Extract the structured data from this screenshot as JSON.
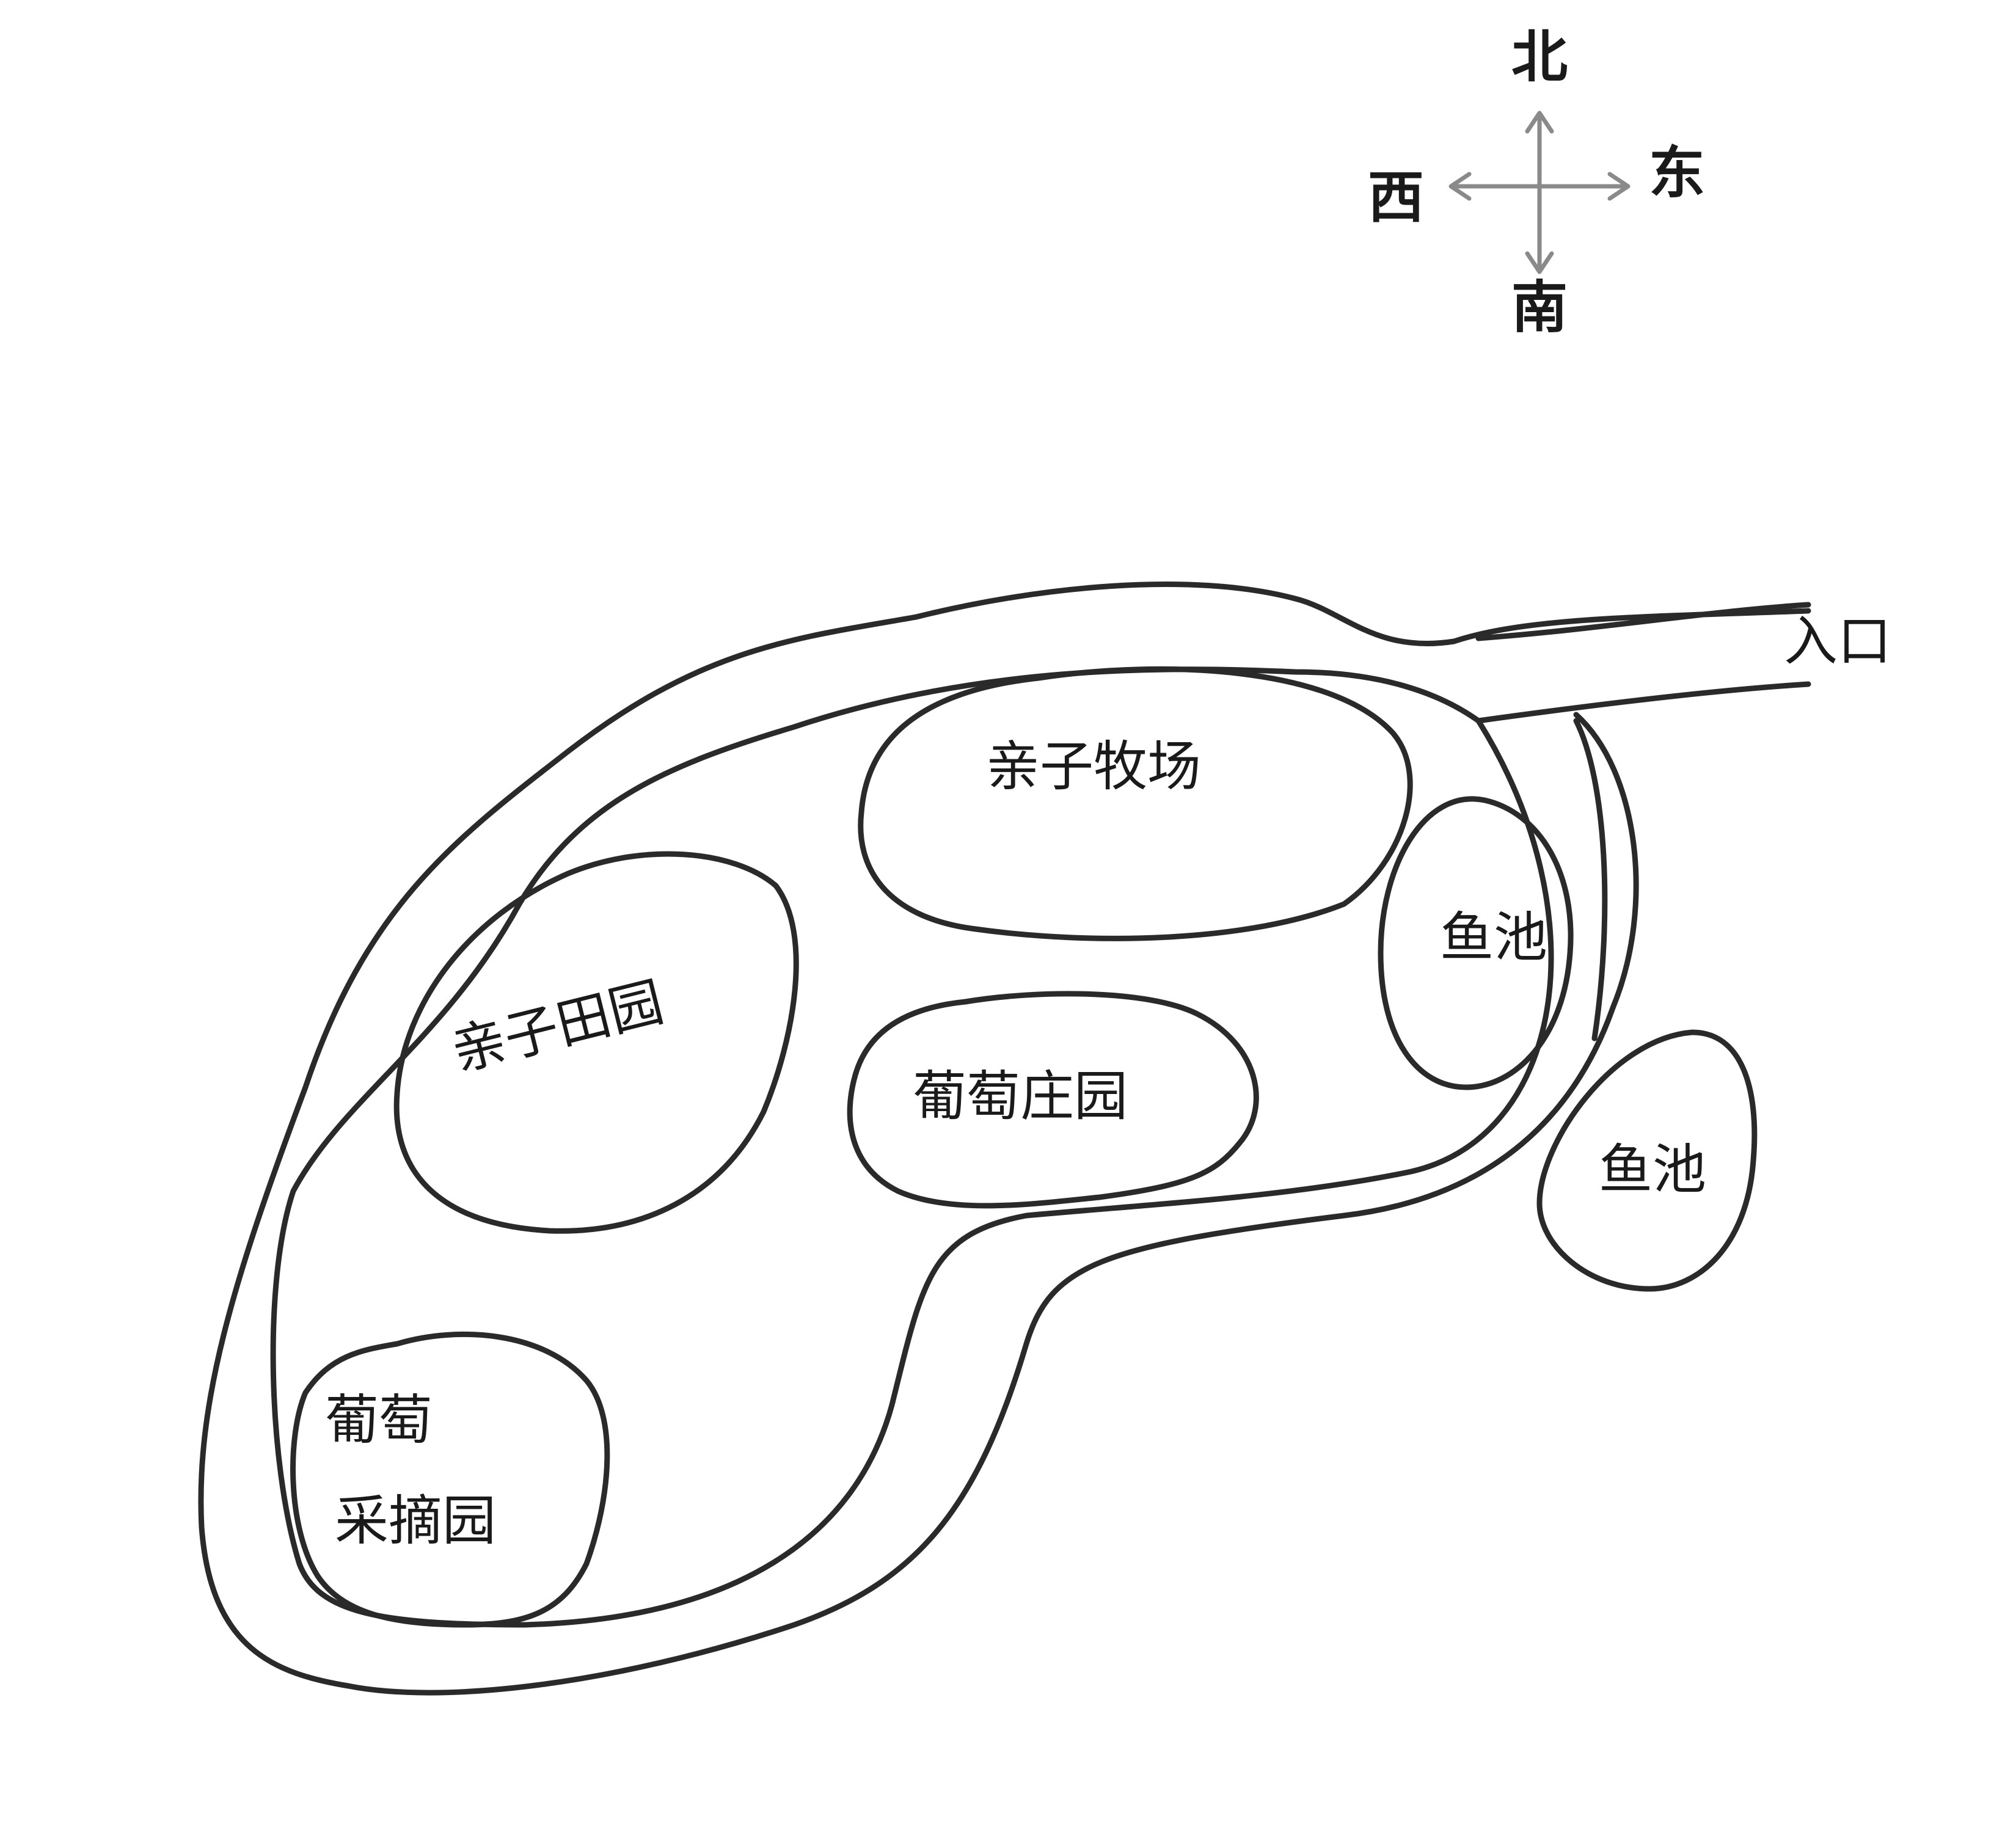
{
  "compass": {
    "north": "北",
    "south": "南",
    "east": "东",
    "west": "西"
  },
  "entrance": "入口",
  "areas": {
    "family_ranch": "亲子牧场",
    "family_garden": "亲子田园",
    "grape_manor": "葡萄庄园",
    "fish_pond_inner": "鱼池",
    "fish_pond_outer": "鱼池",
    "grape_picking_line1": "葡萄",
    "grape_picking_line2": "采摘园"
  }
}
